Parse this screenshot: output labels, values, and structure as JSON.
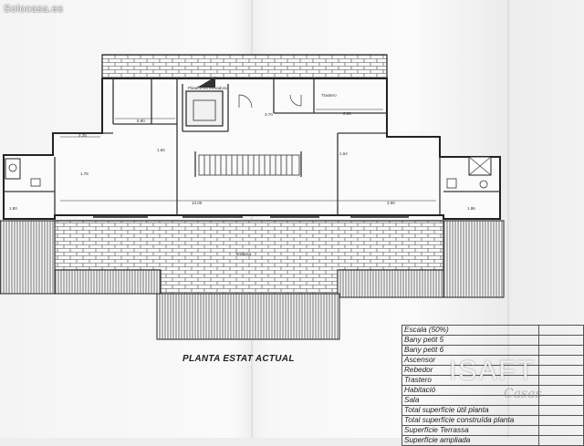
{
  "watermark": {
    "site": "Solocasa.es",
    "logo": "ISAFT",
    "logo_sub": "Casas"
  },
  "plan": {
    "title": "PLANTA ESTAT ACTUAL",
    "labels": {
      "plataforma": "Plataforma elevadora",
      "trastero": "Trastero",
      "terrassa": "Terrassa",
      "dim_1": "5.90",
      "dim_2": "3.70",
      "dim_3": "2.80",
      "dim_4": "2.25",
      "dim_5": "1.78",
      "dim_6": "1.64",
      "dim_7": "1.60",
      "dim_8": "13.00",
      "dim_9": "3.90",
      "dim_10": "1.80",
      "dim_11": "1.86"
    }
  },
  "legend": {
    "rows": [
      "Escala (50%)",
      "Bany petit 5",
      "Bany petit 6",
      "Ascensor",
      "Rebedor",
      "Trastero",
      "Habitació",
      "Sala",
      "Total superfície útil planta",
      "Total superfície construïda planta",
      "Superfície Terrassa",
      "Superfície ampliada"
    ]
  }
}
